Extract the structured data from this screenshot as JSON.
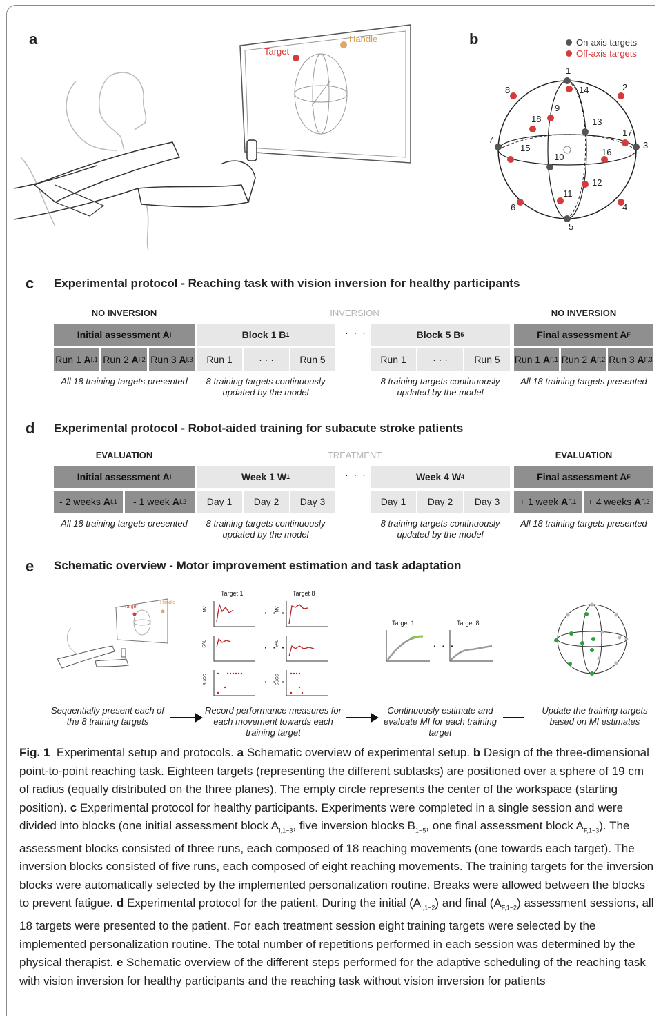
{
  "panels": {
    "a": "a",
    "b": "b"
  },
  "panel_a": {
    "target_label": "Target",
    "handle_label": "Handle"
  },
  "panel_b": {
    "legend": [
      "On-axis targets",
      "Off-axis targets"
    ],
    "colors": {
      "on_axis": "#555555",
      "off_axis": "#d63a3a"
    },
    "target_numbers": [
      "1",
      "2",
      "3",
      "4",
      "5",
      "6",
      "7",
      "8",
      "9",
      "10",
      "11",
      "12",
      "13",
      "14",
      "15",
      "16",
      "17",
      "18"
    ]
  },
  "section_c": {
    "letter": "c",
    "title": "Experimental protocol - Reaching task with vision inversion for healthy participants",
    "phases": [
      "NO INVERSION",
      "INVERSION",
      "NO INVERSION"
    ],
    "headers": [
      "Initial assessment  A",
      "Block 1 B",
      "Block 5 B",
      "Final assessment A"
    ],
    "header_subs": [
      "I",
      "1",
      "5",
      "F"
    ],
    "runs_left": [
      "Run 1",
      "Run 2",
      "Run 3"
    ],
    "runs_left_subs": [
      "I,1",
      "I,2",
      "I,3"
    ],
    "runs_block": [
      "Run 1",
      "· · ·",
      "Run 5"
    ],
    "runs_right_subs": [
      "F,1",
      "F,2",
      "F,3"
    ],
    "notes": [
      "All 18 training targets presented",
      "8 training targets continuously updated by the model",
      "8 training targets continuously updated by the model",
      "All 18 training targets presented"
    ],
    "ellipsis": "· · ·"
  },
  "section_d": {
    "letter": "d",
    "title": "Experimental protocol - Robot-aided training for subacute stroke patients",
    "phases": [
      "EVALUATION",
      "TREATMENT",
      "EVALUATION"
    ],
    "headers": [
      "Initial assessment  A",
      "Week 1  W",
      "Week 4  W",
      "Final assessment A"
    ],
    "header_subs": [
      "I",
      "1",
      "4",
      "F"
    ],
    "evals_left": [
      "- 2 weeks",
      "- 1 week"
    ],
    "evals_left_subs": [
      "I,1",
      "I,2"
    ],
    "days": [
      "Day 1",
      "Day 2",
      "Day 3"
    ],
    "evals_right": [
      "+ 1 week",
      "+ 4 weeks"
    ],
    "evals_right_subs": [
      "F,1",
      "F,2"
    ],
    "notes": [
      "All 18 training targets presented",
      "8 training targets continuously updated by the model",
      "8 training targets continuously updated by the model",
      "All 18 training targets presented"
    ]
  },
  "section_e": {
    "letter": "e",
    "title": "Schematic overview - Motor improvement estimation and task adaptation",
    "plot_titles": [
      "Target 1",
      "Target 8"
    ],
    "measure_labels": [
      "MV",
      "SAL",
      "SUCC"
    ],
    "mi_titles": [
      "Target 1",
      "Target 8"
    ],
    "steps": [
      "Sequentially present each of the 8 training targets",
      "Record performance measures for each movement towards each training target",
      "Continuously estimate and evaluate MI for each training target",
      "Update the training targets based on MI estimates"
    ],
    "mini_labels": [
      "Target",
      "Handle"
    ]
  },
  "caption": {
    "fig_label": "Fig. 1",
    "title": "Experimental setup and protocols.",
    "a": "a",
    "a_text": "Schematic overview of experimental setup.",
    "b": "b",
    "b_text": "Design of the three-dimensional point-to-point reaching task. Eighteen targets (representing the different subtasks) are positioned over a sphere of 19 cm of radius (equally distributed on the three planes). The empty circle represents the center of the workspace (starting position).",
    "c": "c",
    "c_text1": "Experimental protocol for healthy participants. Experiments were completed in a single session and were divided into blocks (one initial assessment block A",
    "c_sub1": "I,1−3",
    "c_text2": ", five inversion blocks B",
    "c_sub2": "1−5",
    "c_text3": ", one final assessment block A",
    "c_sub3": "F,1−3",
    "c_text4": "). The assessment blocks consisted of three runs, each composed of 18 reaching movements (one towards each target). The inversion blocks consisted of five runs, each composed of eight reaching movements. The training targets for the inversion blocks were automatically selected by the implemented personalization routine. Breaks were allowed between the blocks to prevent fatigue.",
    "d": "d",
    "d_text1": "Experimental protocol for the patient. During the initial (A",
    "d_sub1": "I,1−2",
    "d_text2": ") and final (A",
    "d_sub2": "F,1−2",
    "d_text3": ") assessment sessions, all 18 targets were presented to the patient. For each treatment session eight training targets were selected by the implemented personalization routine. The total number of repetitions performed in each session was determined by the physical therapist.",
    "e": "e",
    "e_text": "Schematic overview of the different steps performed for the adaptive scheduling of the reaching task with vision inversion for healthy participants and the reaching task without vision inversion for patients"
  }
}
